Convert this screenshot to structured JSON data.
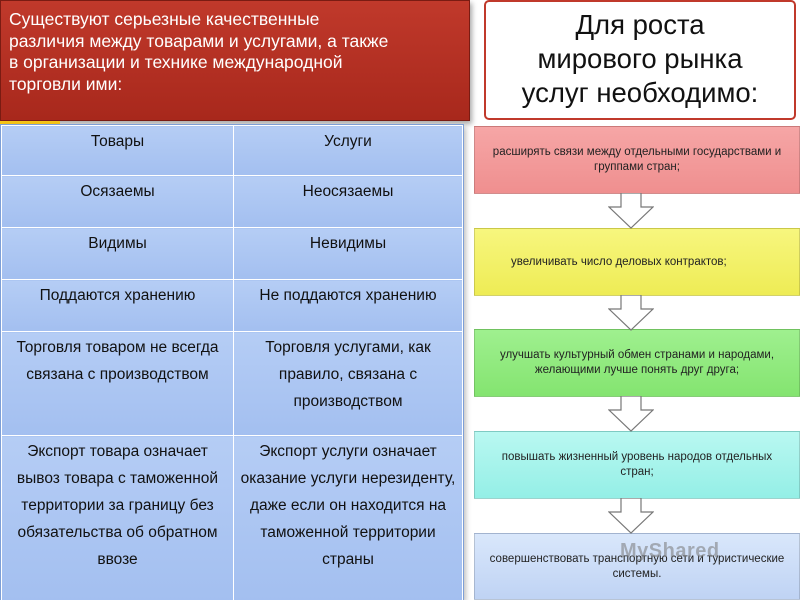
{
  "left_heading": {
    "lines": [
      "Существуют серьезные качественные",
      "различия между товарами и услугами, а также",
      "в организации и технике международной",
      "торговли ими:"
    ]
  },
  "table": {
    "rows": [
      [
        "Товары",
        "Услуги"
      ],
      [
        "Осязаемы",
        "Неосязаемы"
      ],
      [
        "Видимы",
        "Невидимы"
      ],
      [
        "Поддаются хранению",
        "Не поддаются хранению"
      ],
      [
        "Торговля товаром не всегда связана с производством",
        "Торговля услугами, как правило, связана с производством"
      ],
      [
        "Экспорт товара означает вывоз товара с таможенной территории за границу без обязательства об обратном ввозе",
        "Экспорт услуги означает оказание услуги нерезиденту, даже если он находится на таможенной территории страны"
      ]
    ]
  },
  "right_title": {
    "lines": [
      "Для роста",
      "мирового рынка",
      "услуг необходимо:"
    ]
  },
  "flow": [
    "расширять связи между отдельными государствами и группами стран;",
    "увеличивать число деловых контрактов;",
    "улучшать культурный обмен странами и народами, желающими лучше понять друг друга;",
    "повышать жизненный уровень народов отдельных стран;",
    "совершенствовать транспортную сети и туристические системы."
  ],
  "watermark": "MyShared",
  "colors": {
    "heading_red": "#c0392b",
    "table_blue": "#a9c4f2",
    "box_pink": "#f6a6a6",
    "box_yellow": "#f7f67e",
    "box_green": "#9ff08f",
    "box_cyan": "#b9f8f1",
    "box_lightblue": "#d9e7fb",
    "arrow_fill": "#ffffff"
  }
}
